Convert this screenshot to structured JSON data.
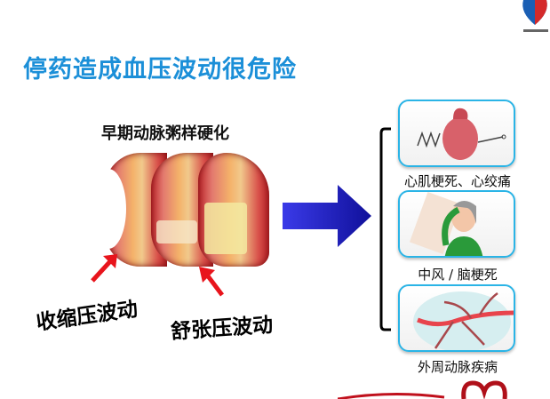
{
  "slide": {
    "title": "停药造成血压波动很危险",
    "subtitle": "早期动脉粥样硬化",
    "pressure_labels": [
      "收缩压波动",
      "舒张压波动"
    ],
    "outcomes": [
      {
        "label": "心肌梗死、心绞痛",
        "icon": "heart-icon"
      },
      {
        "label": "中风 / 脑梗死",
        "icon": "stroke-patient-icon"
      },
      {
        "label": "外周动脉疾病",
        "icon": "blood-vessel-icon"
      }
    ],
    "colors": {
      "title": "#1b8fd8",
      "card_border": "#2ab4e6",
      "arrow": "#1c1ccc",
      "red_arrow": "#e8141c"
    }
  }
}
